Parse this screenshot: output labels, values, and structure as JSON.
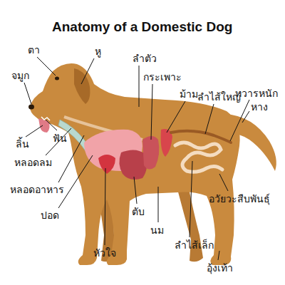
{
  "diagram": {
    "title": "Anatomy of a Domestic Dog",
    "labels": [
      "ตา",
      "หู",
      "ลำตัว",
      "จมูก",
      "กระเพาะ",
      "ม้าม",
      "ลำไส้ใหญ่",
      "ทวารหนัก",
      "หาง",
      "ลิ้น",
      "ฟัน",
      "หลอดลม",
      "หลอดอาหาร",
      "ปอด",
      "ตับ",
      "นม",
      "หัวใจ",
      "ลำไส้เล็ก",
      "อวัยวะสืบพันธุ์",
      "อุ้งเท้า"
    ]
  }
}
